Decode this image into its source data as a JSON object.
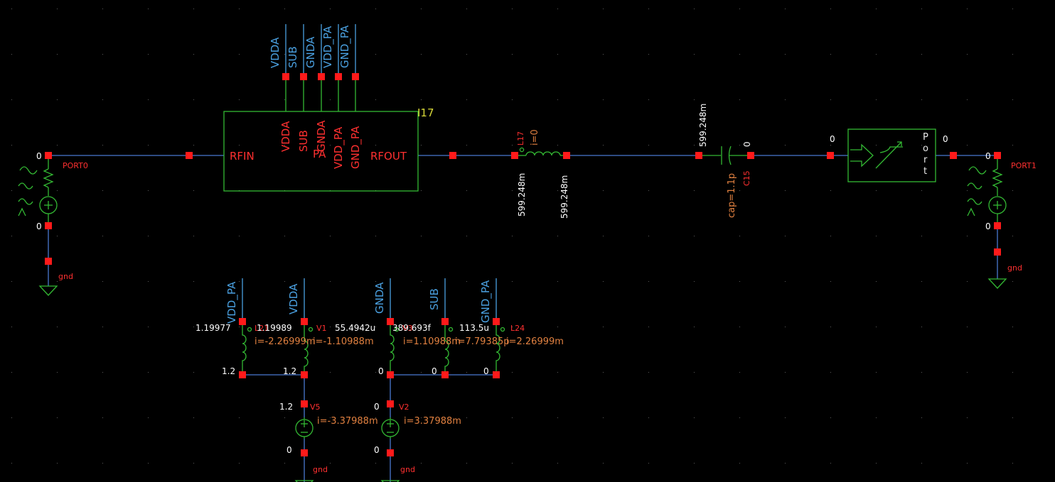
{
  "schematic": {
    "pa_block": {
      "instance": "I17",
      "cell": "PA",
      "pins_top": [
        "VDDA",
        "SUB",
        "GNDA",
        "VDD_PA",
        "GND_PA"
      ],
      "pin_rfin": "RFIN",
      "pin_rfout": "RFOUT"
    },
    "port0": {
      "name": "PORT0",
      "v_top": "0",
      "v_bottom": "0",
      "gnd": "gnd"
    },
    "port1": {
      "name": "PORT1",
      "v_top": "0",
      "v_bottom": "0",
      "gnd": "gnd"
    },
    "inductor_l17": {
      "name": "L17",
      "current": "i=0",
      "v_left": "599.248m",
      "v_right": "599.248m"
    },
    "capacitor_c15": {
      "name": "C15",
      "cap": "cap=1.1p",
      "v_left": "599.248m",
      "v_right": "0"
    },
    "port_block": {
      "letters": [
        "P",
        "o",
        "r",
        "t"
      ],
      "v_left": "0",
      "v_right": "0"
    },
    "supply_pins": [
      "VDD_PA",
      "VDDA",
      "GNDA",
      "SUB",
      "GND_PA"
    ],
    "supply_node_values": [
      "1.19977",
      "1.19989",
      "55.4942u",
      "389.693f",
      "113.5u"
    ],
    "inductor_labels": {
      "first": "L21",
      "last": "L24"
    },
    "inductor_currents": [
      "i=-2.26999m",
      "i=-1.10988m",
      "i=1.10988m",
      "i=7.79385p",
      "i=2.26999m"
    ],
    "bottom_node_values": [
      "1.2",
      "1.2",
      "0",
      "0",
      "0"
    ],
    "v5": {
      "name": "V5",
      "current": "i=-3.37988m",
      "v_top": "1.2",
      "v_bottom": "0",
      "gnd": "gnd"
    },
    "v1_label": "V1",
    "v2": {
      "name": "V2",
      "current": "i=3.37988m",
      "v_top": "0",
      "v_bottom": "0",
      "gnd": "gnd"
    },
    "v3_label": "V3"
  },
  "colors": {
    "background": "#000000",
    "wire": "#4a78d0",
    "symbol": "#33b833",
    "node": "#ff1a1a",
    "net_label": "#4aa0e0",
    "instance": "#d8d838",
    "annotation": "#e08040",
    "voltage": "#ffffff"
  }
}
